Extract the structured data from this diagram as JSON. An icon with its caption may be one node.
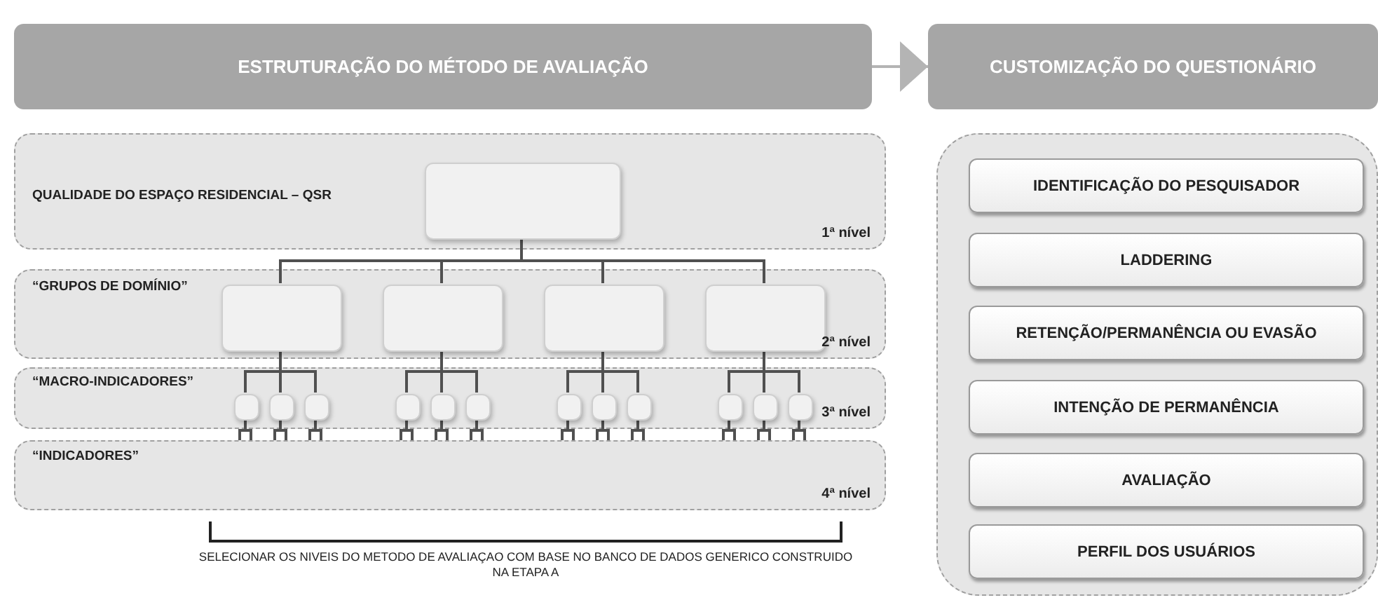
{
  "diagram": {
    "nodes": [
      {
        "text": [
          "ESTRUTURAÇÃO DO MÉTODO DE AVALIAÇÃO"
        ]
      },
      {
        "text": [
          "CUSTOMIZAÇÃO DO QUESTIONÁRIO"
        ]
      },
      {
        "text": [
          "QUALIDADE DO ESPAÇO RESIDENCIAL – QSR",
          "1ª nível"
        ]
      },
      {
        "text": [],
        "shape": "box",
        "in": 2
      },
      {
        "text": [
          "“GRUPOS DE DOMÍNIO”",
          "2ª nível"
        ]
      },
      {
        "text": [],
        "shape": "box",
        "in": 4
      },
      {
        "text": [],
        "shape": "box",
        "in": 4
      },
      {
        "text": [],
        "shape": "box",
        "in": 4
      },
      {
        "text": [],
        "shape": "box",
        "in": 4
      },
      {
        "text": [
          "“MACRO-INDICADORES”",
          "3ª nível"
        ]
      },
      {
        "text": [],
        "shape": "box",
        "in": 9
      },
      {
        "text": [],
        "shape": "box",
        "in": 9
      },
      {
        "text": [],
        "shape": "box",
        "in": 9
      },
      {
        "text": [],
        "shape": "box",
        "in": 9
      },
      {
        "text": [],
        "shape": "box",
        "in": 9
      },
      {
        "text": [],
        "shape": "box",
        "in": 9
      },
      {
        "text": [],
        "shape": "box",
        "in": 9
      },
      {
        "text": [],
        "shape": "box",
        "in": 9
      },
      {
        "text": [],
        "shape": "box",
        "in": 9
      },
      {
        "text": [],
        "shape": "box",
        "in": 9
      },
      {
        "text": [],
        "shape": "box",
        "in": 9
      },
      {
        "text": [],
        "shape": "box",
        "in": 9
      },
      {
        "text": [
          "“INDICADORES”",
          "4ª nível"
        ]
      },
      {
        "text": [],
        "shape": "box"
      },
      {
        "text": [
          "IDENTIFICAÇÃO DO PESQUISADOR"
        ],
        "in": 23
      },
      {
        "text": [
          "LADDERING"
        ],
        "in": 23
      },
      {
        "text": [
          "RETENÇÃO/PERMANÊNCIA OU EVASÃO"
        ],
        "in": 23
      },
      {
        "text": [
          "INTENÇÃO DE PERMANÊNCIA"
        ],
        "in": 23
      },
      {
        "text": [
          "AVALIAÇÃO"
        ],
        "in": 23
      },
      {
        "text": [
          "PERFIL DOS USUÁRIOS"
        ],
        "in": 23
      }
    ],
    "edges": [
      {
        "from": 0,
        "to": 1,
        "arrow": "to",
        "color": "#b4b4b4"
      },
      {
        "from": 3,
        "to": 5,
        "arrow": "none"
      },
      {
        "from": 3,
        "to": 6,
        "arrow": "none"
      },
      {
        "from": 3,
        "to": 7,
        "arrow": "none"
      },
      {
        "from": 3,
        "to": 8,
        "arrow": "none"
      },
      {
        "from": 5,
        "to": 10,
        "arrow": "none"
      },
      {
        "from": 5,
        "to": 11,
        "arrow": "none"
      },
      {
        "from": 5,
        "to": 12,
        "arrow": "none"
      },
      {
        "from": 6,
        "to": 13,
        "arrow": "none"
      },
      {
        "from": 6,
        "to": 14,
        "arrow": "none"
      },
      {
        "from": 6,
        "to": 15,
        "arrow": "none"
      },
      {
        "from": 7,
        "to": 16,
        "arrow": "none"
      },
      {
        "from": 7,
        "to": 17,
        "arrow": "none"
      },
      {
        "from": 7,
        "to": 18,
        "arrow": "none"
      },
      {
        "from": 8,
        "to": 19,
        "arrow": "none"
      },
      {
        "from": 8,
        "to": 20,
        "arrow": "none"
      },
      {
        "from": 8,
        "to": 21,
        "arrow": "none"
      },
      {
        "from": 10,
        "to": 22,
        "arrow": "none"
      },
      {
        "from": 10,
        "to": 22,
        "arrow": "none"
      },
      {
        "from": 11,
        "to": 22,
        "arrow": "none"
      },
      {
        "from": 11,
        "to": 22,
        "arrow": "none"
      },
      {
        "from": 12,
        "to": 22,
        "arrow": "none"
      },
      {
        "from": 12,
        "to": 22,
        "arrow": "none"
      },
      {
        "from": 13,
        "to": 22,
        "arrow": "none"
      },
      {
        "from": 13,
        "to": 22,
        "arrow": "none"
      },
      {
        "from": 14,
        "to": 22,
        "arrow": "none"
      },
      {
        "from": 14,
        "to": 22,
        "arrow": "none"
      },
      {
        "from": 15,
        "to": 22,
        "arrow": "none"
      },
      {
        "from": 15,
        "to": 22,
        "arrow": "none"
      },
      {
        "from": 16,
        "to": 22,
        "arrow": "none"
      },
      {
        "from": 16,
        "to": 22,
        "arrow": "none"
      },
      {
        "from": 17,
        "to": 22,
        "arrow": "none"
      },
      {
        "from": 17,
        "to": 22,
        "arrow": "none"
      },
      {
        "from": 18,
        "to": 22,
        "arrow": "none"
      },
      {
        "from": 18,
        "to": 22,
        "arrow": "none"
      },
      {
        "from": 19,
        "to": 22,
        "arrow": "none"
      },
      {
        "from": 19,
        "to": 22,
        "arrow": "none"
      },
      {
        "from": 20,
        "to": 22,
        "arrow": "none"
      },
      {
        "from": 20,
        "to": 22,
        "arrow": "none"
      },
      {
        "from": 21,
        "to": 22,
        "arrow": "none"
      },
      {
        "from": 21,
        "to": 22,
        "arrow": "none"
      }
    ],
    "labels": [
      "SELECIONAR OS NIVEIS DO METODO DE AVALIAÇAO COM BASE NO BANCO DE DADOS GENERICO CONSTRUIDO NA ETAPA A"
    ]
  }
}
